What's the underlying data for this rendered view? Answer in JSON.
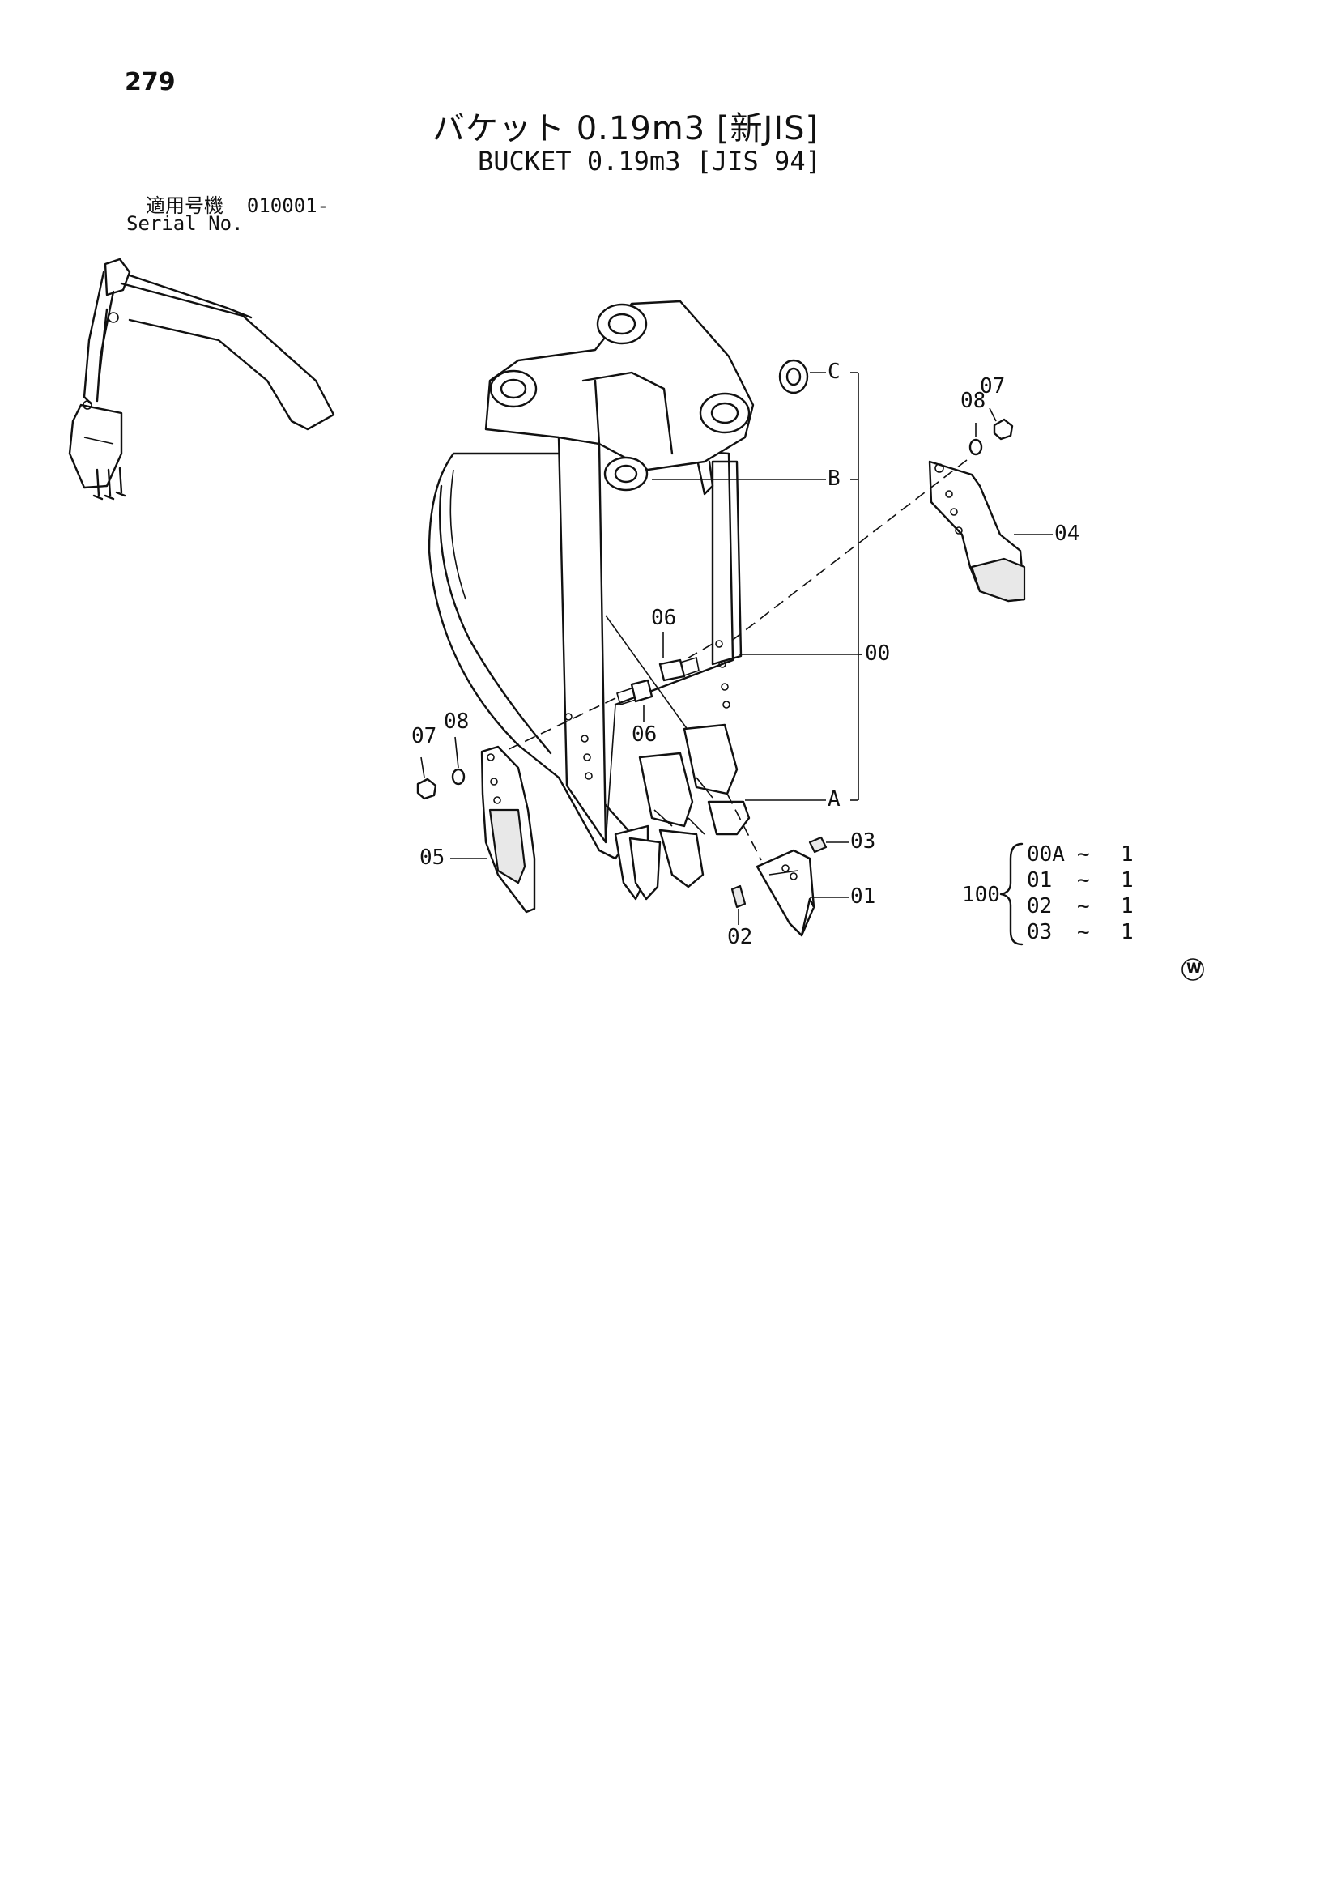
{
  "page": {
    "number": "279"
  },
  "title": {
    "japanese": "バケット 0.19m3 [新JIS]",
    "english": "BUCKET 0.19m3 [JIS 94]"
  },
  "serial": {
    "label_jp": "適用号機",
    "value": "010001-",
    "label_en": "Serial No."
  },
  "callouts": {
    "c": "C",
    "b": "B",
    "a": "A",
    "p00": "00",
    "p01": "01",
    "p02": "02",
    "p03": "03",
    "p04": "04",
    "p05": "05",
    "p06_top": "06",
    "p06_bottom": "06",
    "p07_right": "07",
    "p08_right": "08",
    "p07_left": "07",
    "p08_left": "08"
  },
  "kit": {
    "label": "100",
    "items": [
      {
        "part": "00A",
        "qty": "1"
      },
      {
        "part": "01",
        "qty": "1"
      },
      {
        "part": "02",
        "qty": "1"
      },
      {
        "part": "03",
        "qty": "1"
      }
    ],
    "separator": "~"
  },
  "logo": {
    "text": "W"
  }
}
